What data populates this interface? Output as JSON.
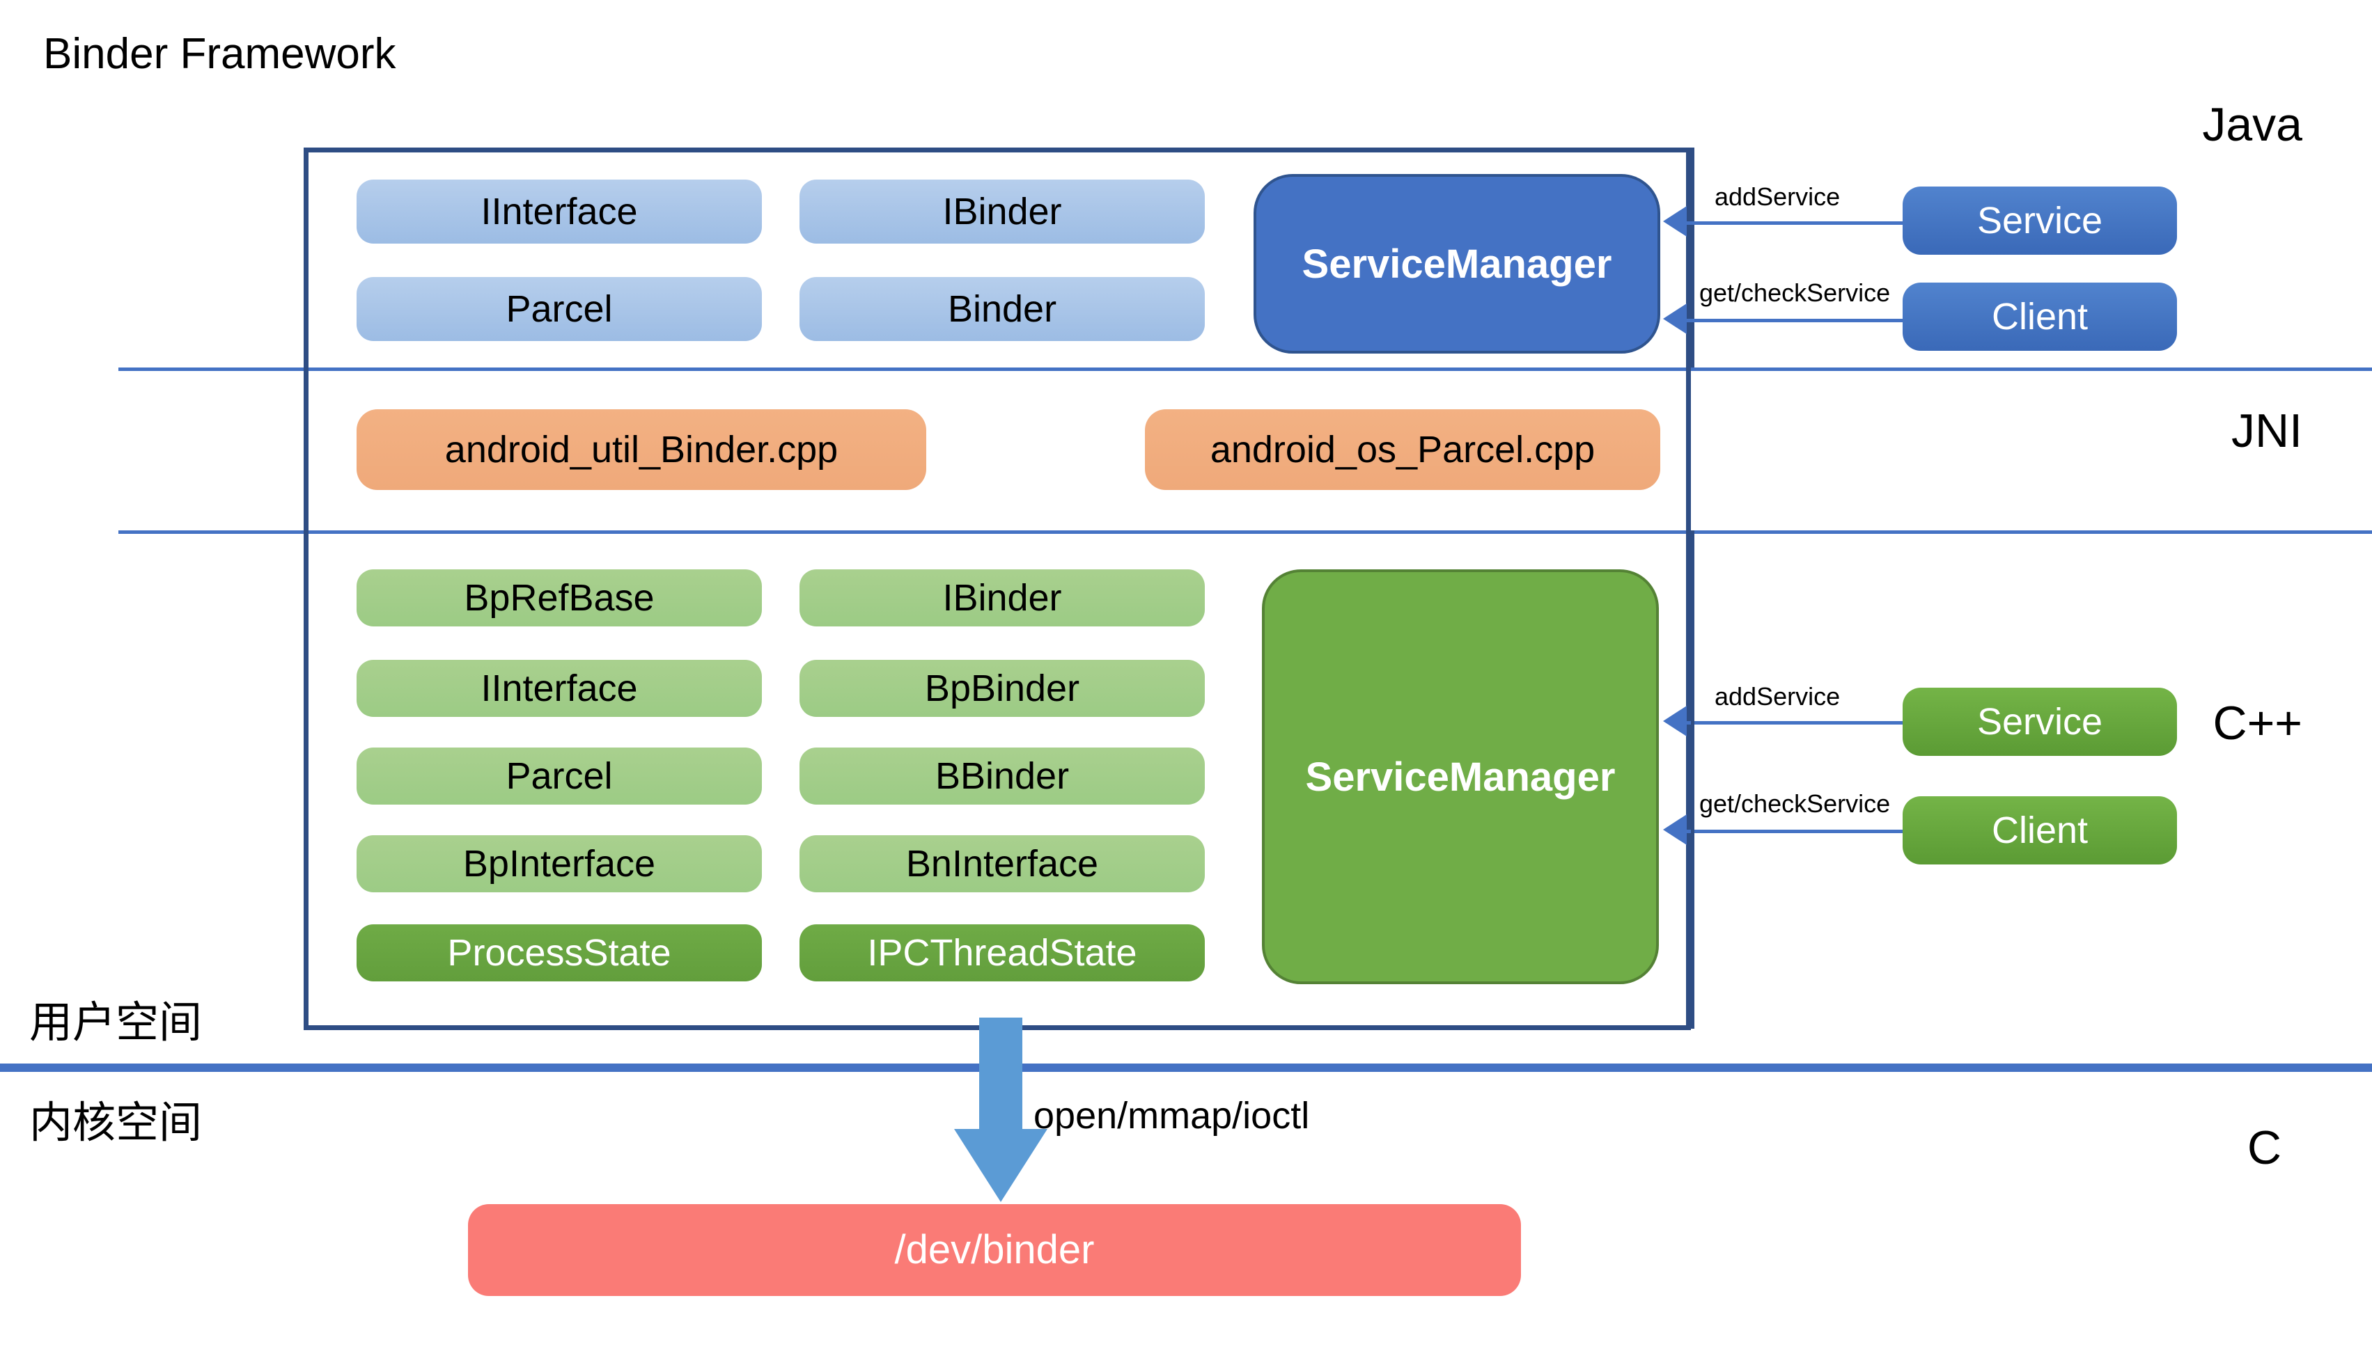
{
  "title": "Binder Framework",
  "layer_labels": {
    "java": "Java",
    "jni": "JNI",
    "cpp": "C++",
    "c": "C"
  },
  "space_labels": {
    "user": "用户空间",
    "kernel": "内核空间"
  },
  "java_layer": {
    "classes_col1": [
      {
        "label": "IInterface"
      },
      {
        "label": "Parcel"
      }
    ],
    "classes_col2": [
      {
        "label": "IBinder"
      },
      {
        "label": "Binder"
      }
    ],
    "service_manager": "ServiceManager",
    "actors": [
      {
        "label": "Service"
      },
      {
        "label": "Client"
      }
    ],
    "arrows": [
      {
        "label": "addService"
      },
      {
        "label": "get/checkService"
      }
    ]
  },
  "jni_layer": {
    "files": [
      {
        "label": "android_util_Binder.cpp"
      },
      {
        "label": "android_os_Parcel.cpp"
      }
    ]
  },
  "cpp_layer": {
    "classes_col1": [
      {
        "label": "BpRefBase"
      },
      {
        "label": "IInterface"
      },
      {
        "label": "Parcel"
      },
      {
        "label": "BpInterface"
      },
      {
        "label": "ProcessState"
      }
    ],
    "classes_col2": [
      {
        "label": "IBinder"
      },
      {
        "label": "BpBinder"
      },
      {
        "label": "BBinder"
      },
      {
        "label": "BnInterface"
      },
      {
        "label": "IPCThreadState"
      }
    ],
    "service_manager": "ServiceManager",
    "actors": [
      {
        "label": "Service"
      },
      {
        "label": "Client"
      }
    ],
    "arrows": [
      {
        "label": "addService"
      },
      {
        "label": "get/checkService"
      }
    ]
  },
  "kernel_layer": {
    "syscalls_label": "open/mmap/ioctl",
    "device": "/dev/binder"
  },
  "colors": {
    "java_accent": "#4472C4",
    "java_light": "#A8C4E8",
    "jni_accent": "#F3B183",
    "cpp_accent": "#70AD47",
    "cpp_light": "#A9D08E",
    "cpp_dark": "#6FAB46",
    "kernel_accent": "#FA7B76",
    "line_blue": "#4472C4",
    "border_navy": "#2E4D84"
  }
}
